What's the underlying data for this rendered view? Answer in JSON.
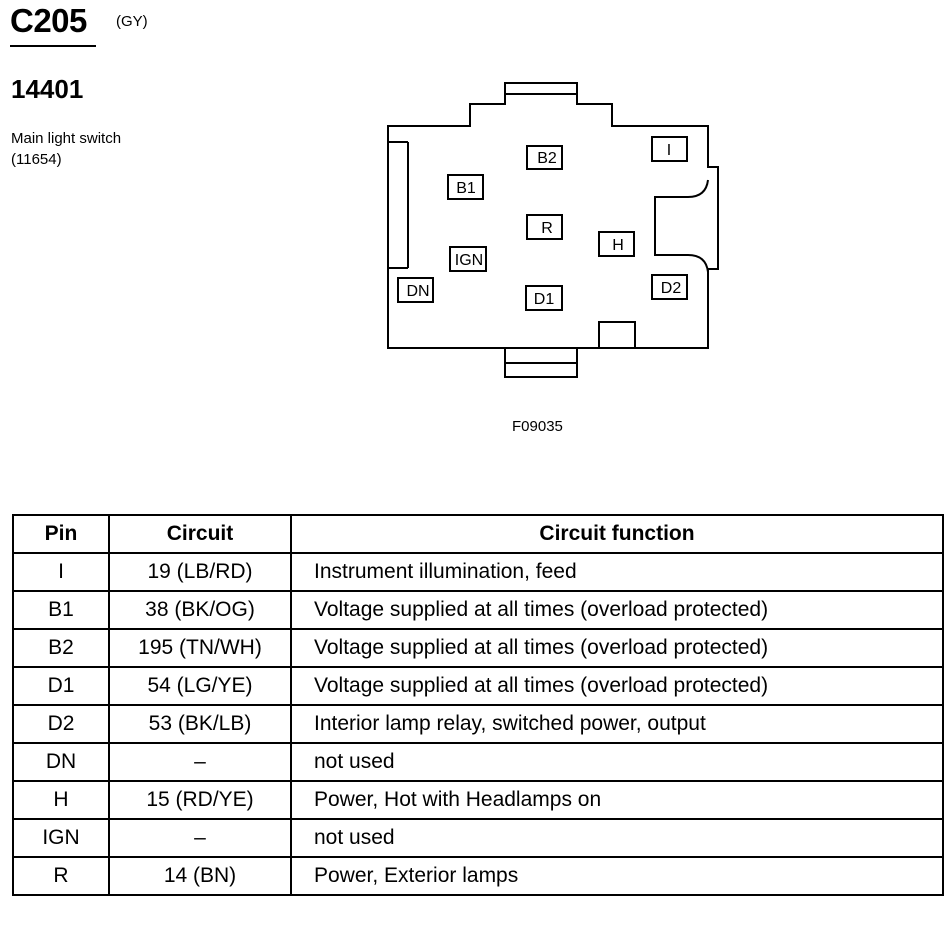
{
  "header": {
    "connector_id": "C205",
    "connector_color": "(GY)",
    "part_number": "14401",
    "component_name": "Main light switch",
    "component_code": "(11654)"
  },
  "figure": {
    "code": "F09035",
    "pins": {
      "I": "I",
      "B2": "B2",
      "B1": "B1",
      "R": "R",
      "H": "H",
      "IGN": "IGN",
      "DN": "DN",
      "D1": "D1",
      "D2": "D2"
    }
  },
  "table": {
    "headers": {
      "pin": "Pin",
      "circuit": "Circuit",
      "function": "Circuit function"
    },
    "rows": [
      {
        "pin": "I",
        "circuit": "19 (LB/RD)",
        "function": "Instrument illumination, feed"
      },
      {
        "pin": "B1",
        "circuit": "38 (BK/OG)",
        "function": "Voltage supplied at all times (overload protected)"
      },
      {
        "pin": "B2",
        "circuit": "195 (TN/WH)",
        "function": "Voltage supplied at all times (overload protected)"
      },
      {
        "pin": "D1",
        "circuit": "54 (LG/YE)",
        "function": "Voltage supplied at all times (overload protected)"
      },
      {
        "pin": "D2",
        "circuit": "53 (BK/LB)",
        "function": "Interior lamp relay, switched power, output"
      },
      {
        "pin": "DN",
        "circuit": "–",
        "function": "not used"
      },
      {
        "pin": "H",
        "circuit": "15 (RD/YE)",
        "function": "Power, Hot with Headlamps on"
      },
      {
        "pin": "IGN",
        "circuit": "–",
        "function": "not used"
      },
      {
        "pin": "R",
        "circuit": "14 (BN)",
        "function": "Power, Exterior lamps"
      }
    ]
  }
}
